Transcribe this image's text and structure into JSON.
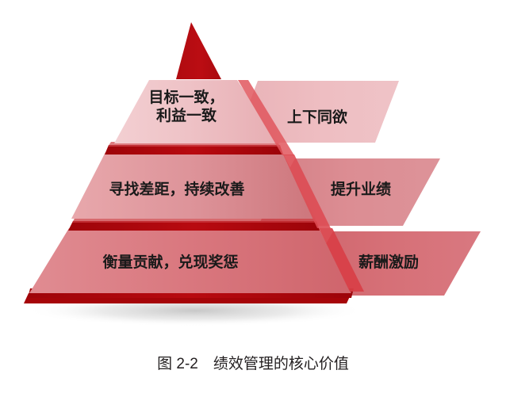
{
  "figure": {
    "caption": "图 2-2　绩效管理的核心价值",
    "apex_label": "",
    "colors": {
      "apex": "#b00d12",
      "separator": "#b00d12",
      "tier1_light": "#f0c5c8",
      "tier1_dark": "#e3a6ab",
      "tier2_light": "#e3a0a4",
      "tier2_dark": "#cc7479",
      "tier3_light": "#de8187",
      "tier3_dark": "#cf6168",
      "text": "#1a1a1a",
      "background": "#ffffff"
    }
  },
  "pyramid": {
    "tiers": [
      {
        "level": 1,
        "core_text_line1": "目标一致，",
        "core_text_line2": "利益一致",
        "side_label": "上下同欲"
      },
      {
        "level": 2,
        "core_text_line1": "寻找差距，持续改善",
        "core_text_line2": "",
        "side_label": "提升业绩"
      },
      {
        "level": 3,
        "core_text_line1": "衡量贡献，兑现奖惩",
        "core_text_line2": "",
        "side_label": "薪酬激励"
      }
    ]
  },
  "chart_data": {
    "type": "pyramid",
    "title": "图 2-2　绩效管理的核心价值",
    "levels": [
      {
        "rank": 1,
        "position": "top",
        "core": "目标一致，利益一致",
        "outcome": "上下同欲"
      },
      {
        "rank": 2,
        "position": "middle",
        "core": "寻找差距，持续改善",
        "outcome": "提升业绩"
      },
      {
        "rank": 3,
        "position": "bottom",
        "core": "衡量贡献，兑现奖惩",
        "outcome": "薪酬激励"
      }
    ]
  }
}
